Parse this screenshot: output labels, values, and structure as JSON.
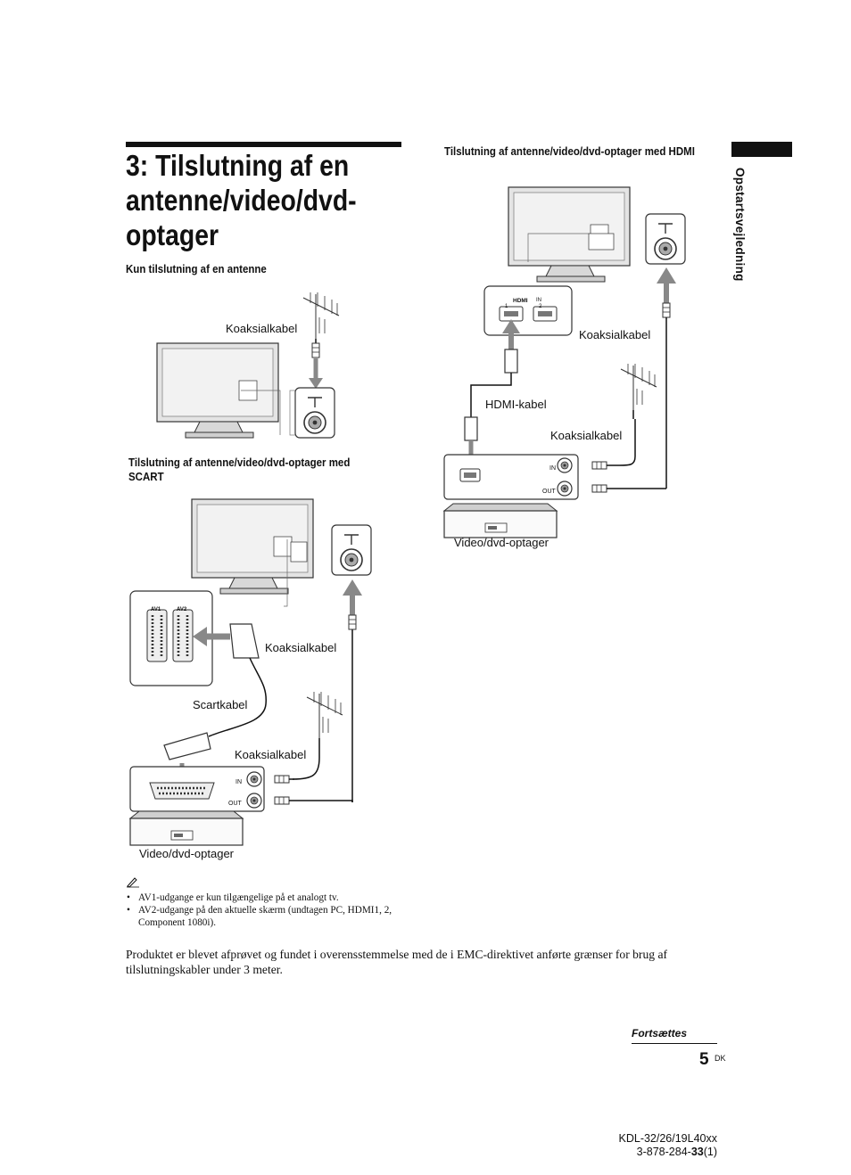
{
  "title": "3: Tilslutning af en antenne/video/dvd-optager",
  "side_label": "Opstartsvejledning",
  "section1": {
    "heading": "Kun tilslutning af en antenne",
    "coax_label": "Koaksialkabel"
  },
  "section2": {
    "heading": "Tilslutning af antenne/video/dvd-optager med SCART",
    "coax_label_1": "Koaksialkabel",
    "scart_label": "Scartkabel",
    "coax_label_2": "Koaksialkabel",
    "recorder_label": "Video/dvd-optager",
    "av1": "AV1",
    "av2": "AV2",
    "in": "IN",
    "out": "OUT"
  },
  "section3": {
    "heading": "Tilslutning af antenne/video/dvd-optager med HDMI",
    "coax_label_1": "Koaksialkabel",
    "hdmi_label": "HDMI-kabel",
    "coax_label_2": "Koaksialkabel",
    "recorder_label": "Video/dvd-optager",
    "hdmi_logo": "HDMI",
    "hdmi_in": "IN",
    "port1": "1",
    "port2": "2",
    "in": "IN",
    "out": "OUT"
  },
  "notes": [
    "AV1-udgange er kun tilgængelige på et analogt tv.",
    "AV2-udgange på den aktuelle skærm (undtagen PC, HDMI1, 2, Component 1080i)."
  ],
  "paragraph": "Produktet er blevet afprøvet og fundet i overensstemmelse med de i EMC-direktivet anførte grænser for brug af tilslutningskabler under 3 meter.",
  "footer": {
    "continues": "Fortsættes",
    "page_number": "5",
    "page_suffix": "DK",
    "model": "KDL-32/26/19L40xx",
    "code_prefix": "3-878-284-",
    "code_bold": "33",
    "code_suffix": "(1)"
  }
}
